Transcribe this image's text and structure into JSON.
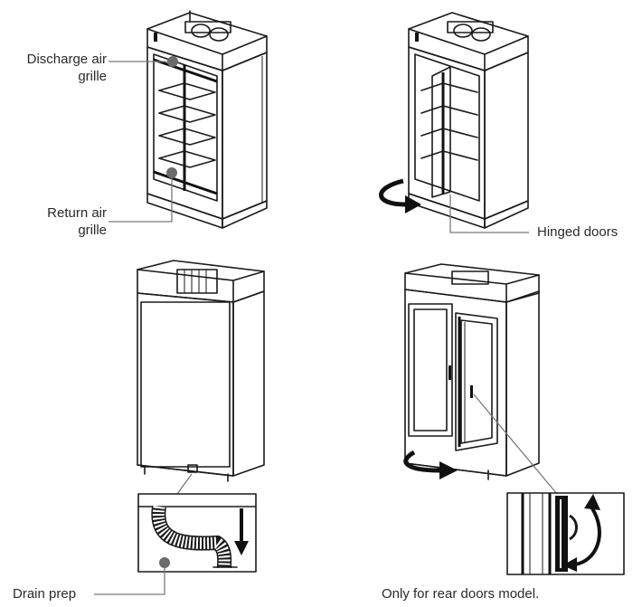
{
  "labels": {
    "discharge_line1": "Discharge air",
    "discharge_line2": "grille",
    "return_line1": "Return air",
    "return_line2": "grille",
    "hinged_doors": "Hinged doors",
    "drain_prep": "Drain prep",
    "rear_doors_note": "Only for rear doors model."
  },
  "colors": {
    "line": "#1a1a1a",
    "leader": "#7a7a7a",
    "marker": "#6b6b6b"
  }
}
